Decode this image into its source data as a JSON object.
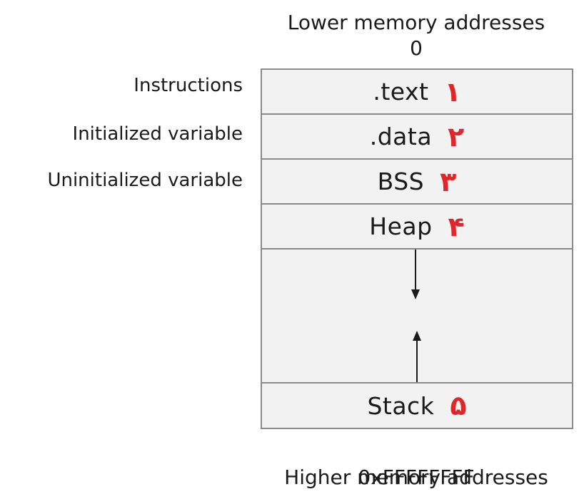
{
  "top": {
    "label": "Lower memory addresses",
    "address": "0"
  },
  "bottom": {
    "address": "0xFFFFFFFF",
    "label": "Higher memory addresses"
  },
  "segments": [
    {
      "name": ".text",
      "number": "١"
    },
    {
      "name": ".data",
      "number": "٢"
    },
    {
      "name": "BSS",
      "number": "٣"
    },
    {
      "name": "Heap",
      "number": "۴"
    },
    {
      "name": "Stack",
      "number": "۵"
    }
  ],
  "side_labels": {
    "instructions": "Instructions",
    "initialized": "Initialized variable",
    "uninitialized": "Uninitialized variable"
  },
  "colors": {
    "number": "#e0262b",
    "border": "#8a8a8a",
    "fill": "#f2f2f2"
  }
}
